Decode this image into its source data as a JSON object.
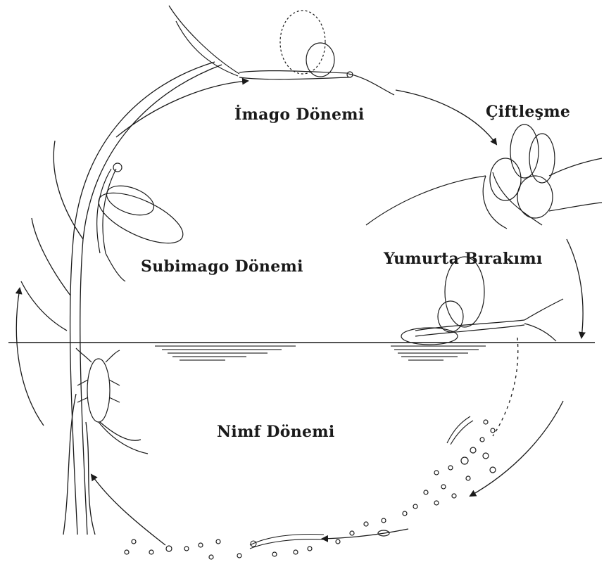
{
  "diagram": {
    "labels": {
      "imago": "İmago Dönemi",
      "mating": "Çiftleşme",
      "subimago": "Subimago Dönemi",
      "egg_laying": "Yumurta Bırakımı",
      "nymph": "Nimf Dönemi"
    },
    "colors": {
      "ink": "#1a1a1a",
      "background": "#ffffff"
    }
  }
}
